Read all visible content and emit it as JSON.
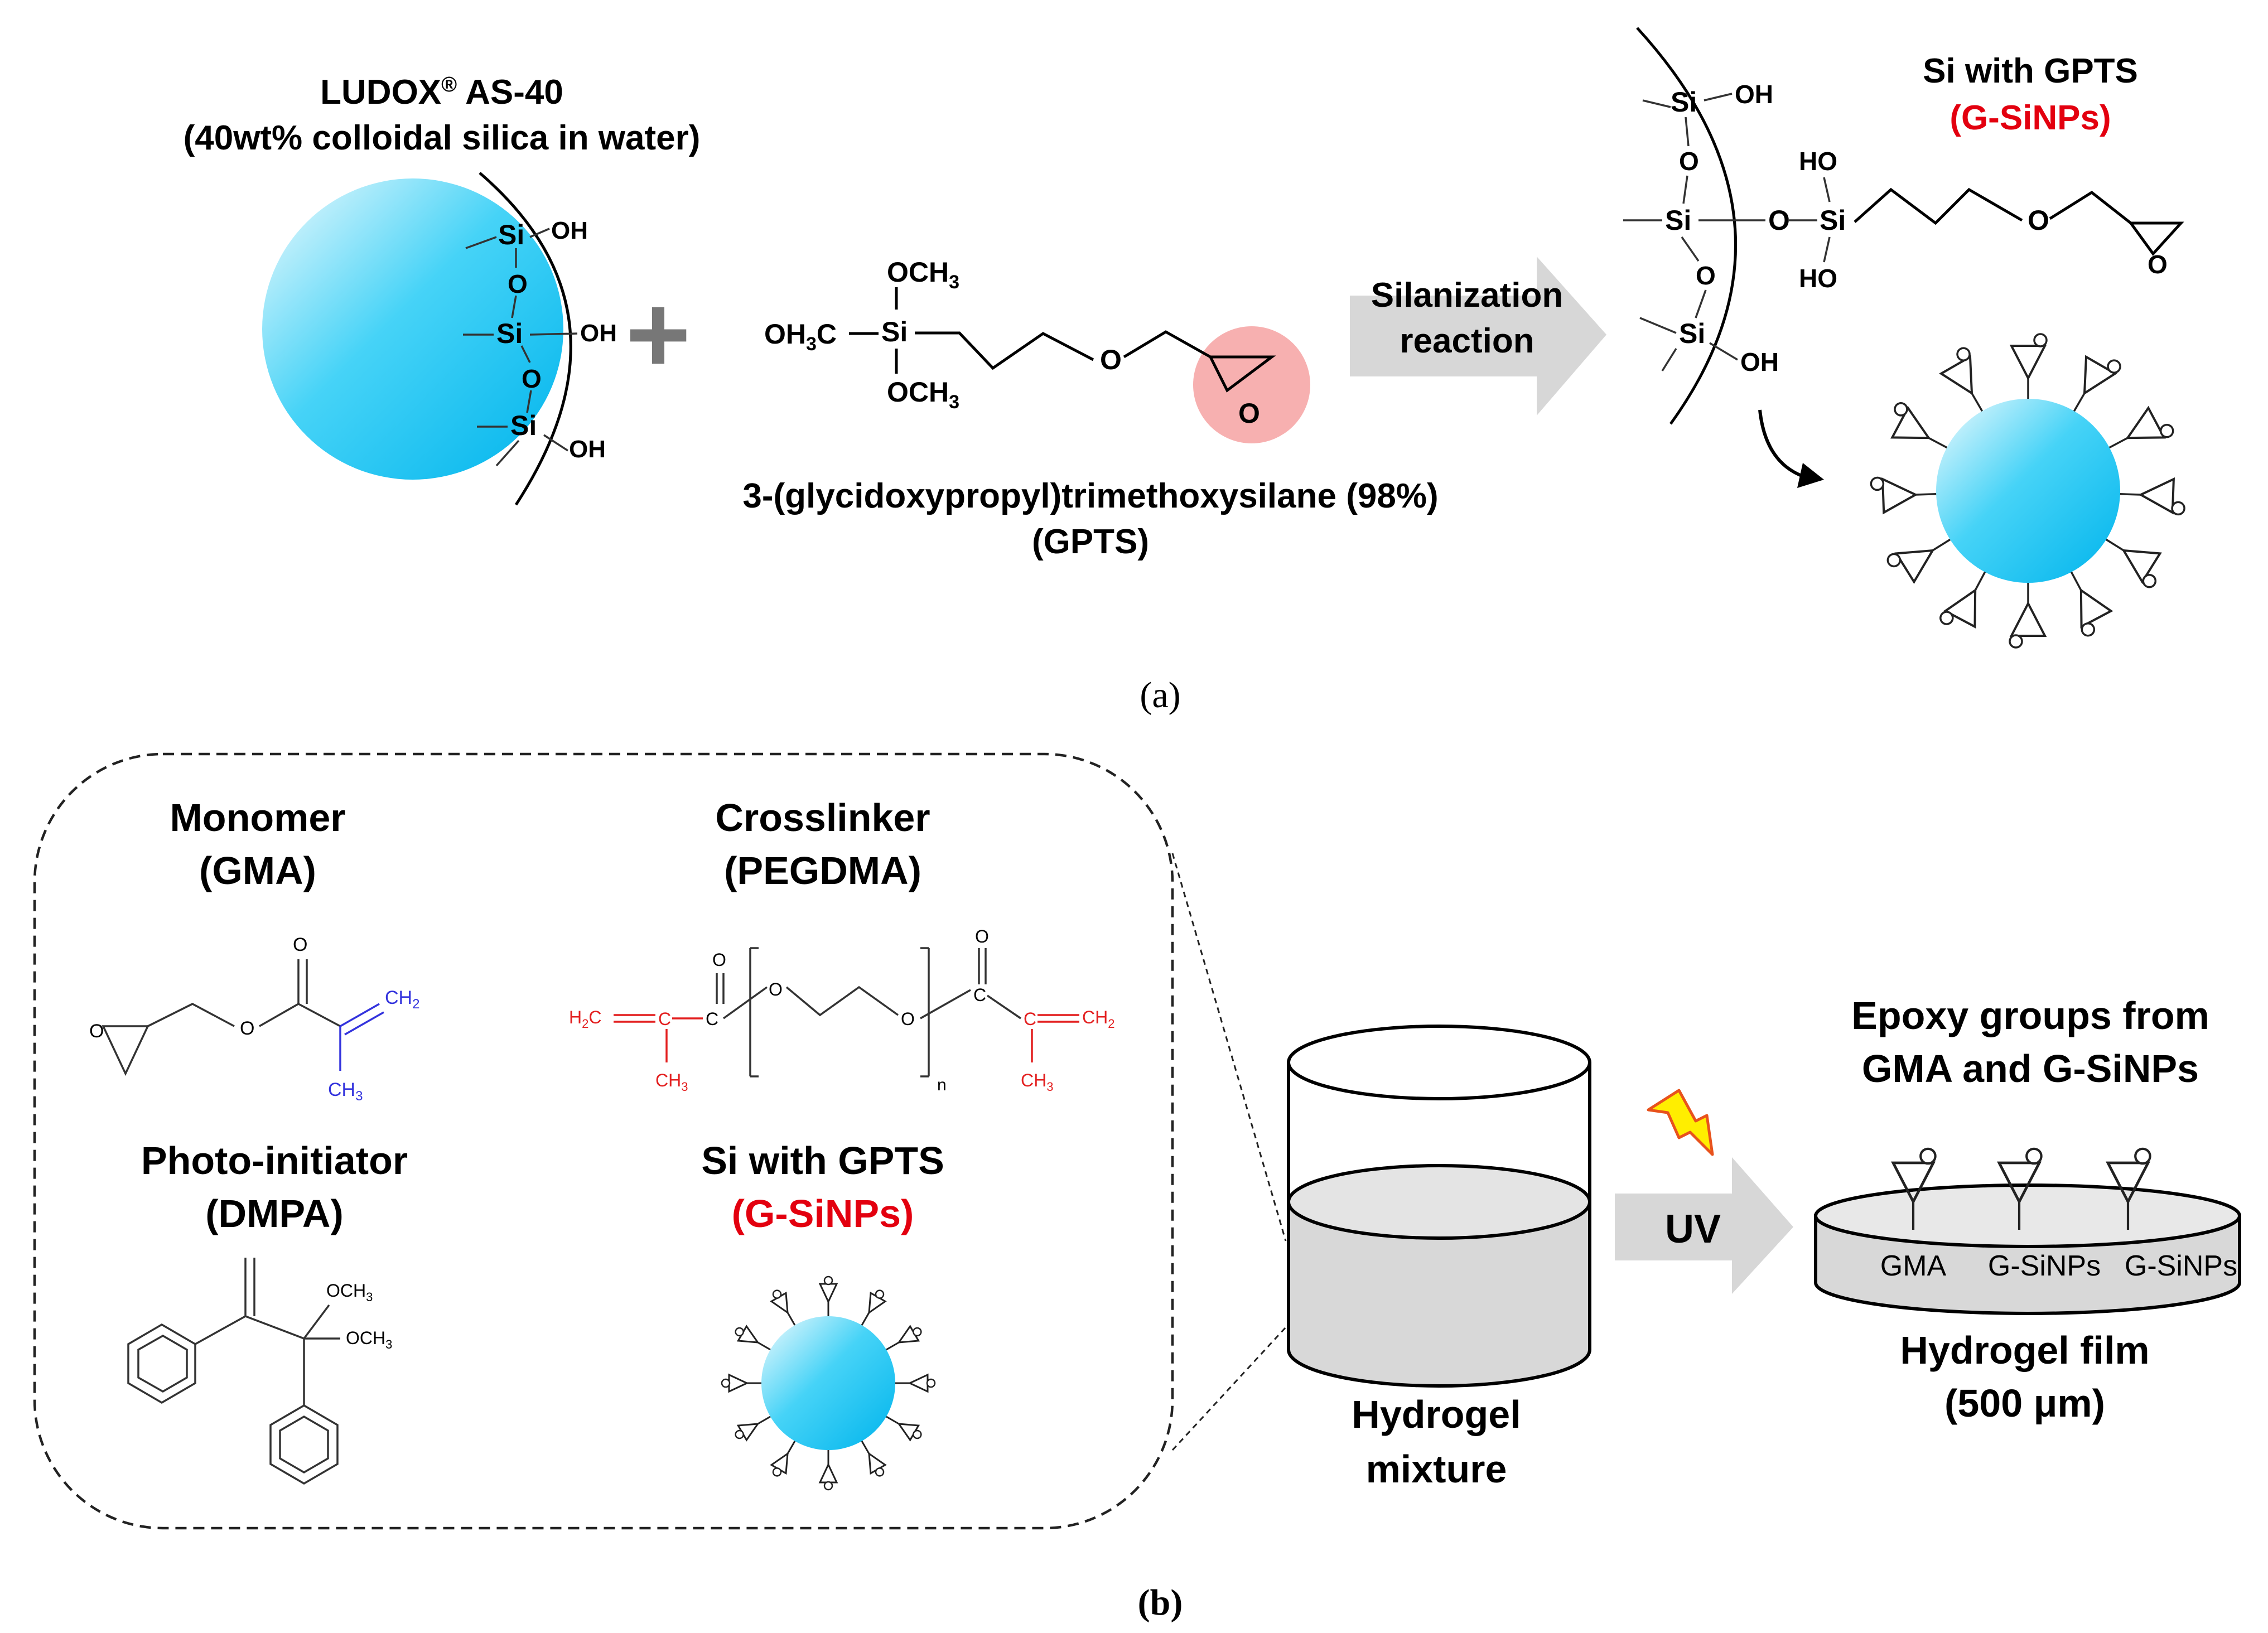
{
  "panel_a": {
    "ludox_title": "LUDOX",
    "ludox_reg": "®",
    "ludox_model": " AS-40",
    "ludox_desc": "(40wt% colloidal silica in water)",
    "plus_sign": "+",
    "gpts_name": "3-(glycidoxypropyl)trimethoxysilane (98%)",
    "gpts_abbr": "(GPTS)",
    "arrow_line1": "Silanization",
    "arrow_line2": "reaction",
    "product_title": "Si with GPTS",
    "product_abbr": "(G-SiNPs)",
    "atoms": {
      "si": "Si",
      "o": "O",
      "oh": "OH",
      "ho": "HO",
      "och3": "OCH",
      "three": "3",
      "oh3c": "OH",
      "c_suffix": "C"
    },
    "caption": "(a)"
  },
  "panel_b": {
    "monomer_label": "Monomer",
    "monomer_abbr": "(GMA)",
    "crosslinker_label": "Crosslinker",
    "crosslinker_abbr": "(PEGDMA)",
    "photoinitiator_label": "Photo-initiator",
    "photoinitiator_abbr": "(DMPA)",
    "sinp_label": "Si with GPTS",
    "sinp_abbr": "(G-SiNPs)",
    "mixture_line1": "Hydrogel",
    "mixture_line2": "mixture",
    "uv_label": "UV",
    "film_top_line1": "Epoxy groups from",
    "film_top_line2": "GMA and G-SiNPs",
    "film_label_1": "GMA",
    "film_label_2": "G-SiNPs",
    "film_label_3": "G-SiNPs",
    "film_bottom_line1": "Hydrogel film",
    "film_bottom_line2": "(500 μm)",
    "chem": {
      "o": "O",
      "ch2": "CH",
      "ch3": "CH",
      "sub2": "2",
      "sub3": "3",
      "h2c": "H",
      "c": "C",
      "n": "n",
      "och3": "OCH",
      "och3b": "OCH"
    },
    "caption": "(b)"
  },
  "colors": {
    "sphere_light": "#eaf8fc",
    "sphere_dark": "#00bfef",
    "highlight": "#f7b0b0",
    "accent_red": "#e3000f",
    "arrow_gray": "#d7d7d7",
    "bolt_yellow": "#ffee00"
  }
}
